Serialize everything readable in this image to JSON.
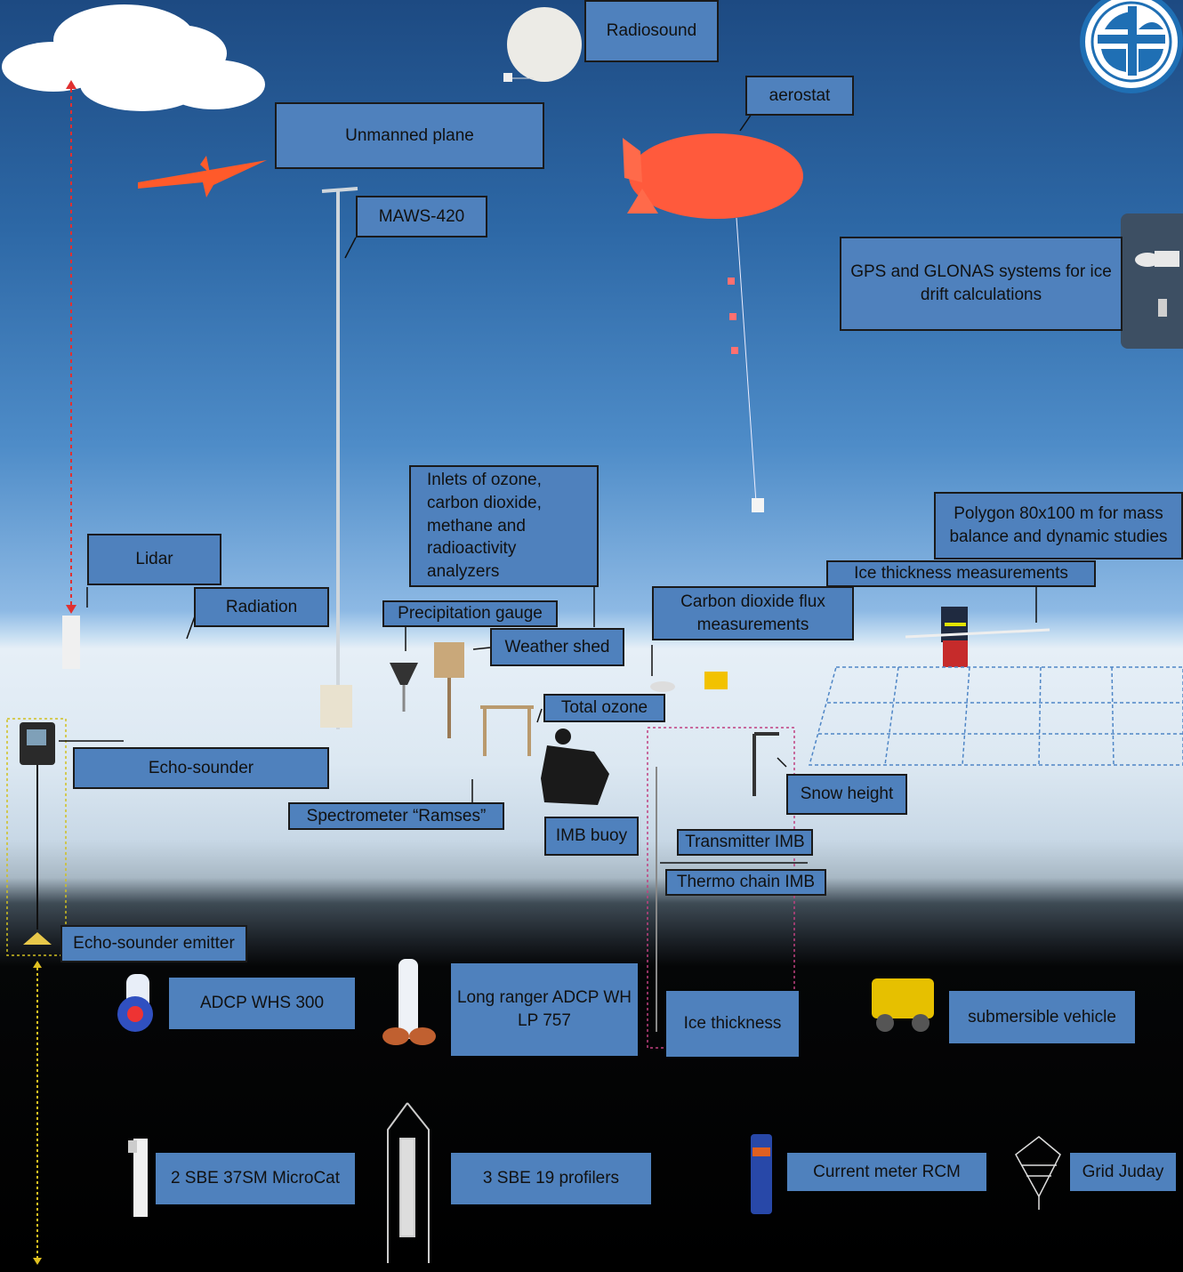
{
  "labels": {
    "radiosound": "Radiosound",
    "aerostat": "aerostat",
    "unmanned_plane": "Unmanned plane",
    "maws": "MAWS-420",
    "gps": "GPS and GLONAS systems for ice drift calculations",
    "inlets": "Inlets of ozone, carbon dioxide, methane and radioactivity analyzers",
    "polygon": "Polygon 80x100 m for mass balance and dynamic studies",
    "lidar": "Lidar",
    "radiation": "Radiation",
    "ice_thickness_meas": "Ice thickness measurements",
    "precip": "Precipitation gauge",
    "co2_flux": "Carbon dioxide flux measurements",
    "weather_shed": "Weather shed",
    "total_ozone": "Total ozone",
    "echo_sounder": "Echo-sounder",
    "snow_height": "Snow height",
    "spectrometer": "Spectrometer “Ramses”",
    "imb_buoy": "IMB buoy",
    "transmitter_imb": "Transmitter IMB",
    "thermo_chain": "Thermo chain IMB",
    "echo_emitter": "Echo-sounder emitter",
    "adcp_whs": "ADCP WHS 300",
    "long_ranger": "Long ranger ADCP WH LP 757",
    "ice_thickness": "Ice thickness",
    "submersible": "submersible vehicle",
    "microcat": "2 SBE 37SM MicroCat",
    "profilers": "3 SBE 19 profilers",
    "rcm": "Current meter RCM",
    "grid_juday": "Grid Juday"
  },
  "colors": {
    "label_fill": "#4f81bd",
    "aerostat": "#ff5a3c",
    "plane": "#ff5a2a"
  }
}
